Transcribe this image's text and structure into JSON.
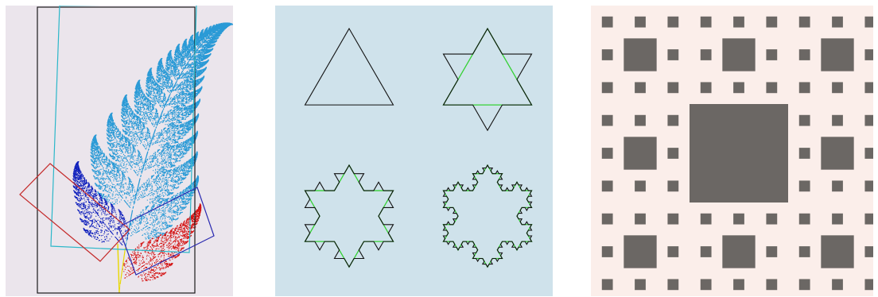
{
  "figure": {
    "panels": [
      {
        "id": "barnsley-fern",
        "background": "#ebe5ec",
        "colors": {
          "main_frond": "#2a9ad6",
          "left_leaflet": "#d41414",
          "right_leaflet": "#0f1fbc",
          "stem": "#e8d800",
          "main_box": "#1a1a1a",
          "top_box": "#2bb7c9",
          "left_box": "#c42a2a",
          "right_box": "#2a2ab0"
        }
      },
      {
        "id": "koch-snowflake",
        "background": "#cfe2eb",
        "iterations": [
          0,
          1,
          2,
          3
        ],
        "colors": {
          "outline": "#111111",
          "new_segment": "#35d135"
        }
      },
      {
        "id": "sierpinski-carpet",
        "background": "#fbeeea",
        "depth": 3,
        "colors": {
          "hole": "#6b6764"
        }
      }
    ]
  }
}
